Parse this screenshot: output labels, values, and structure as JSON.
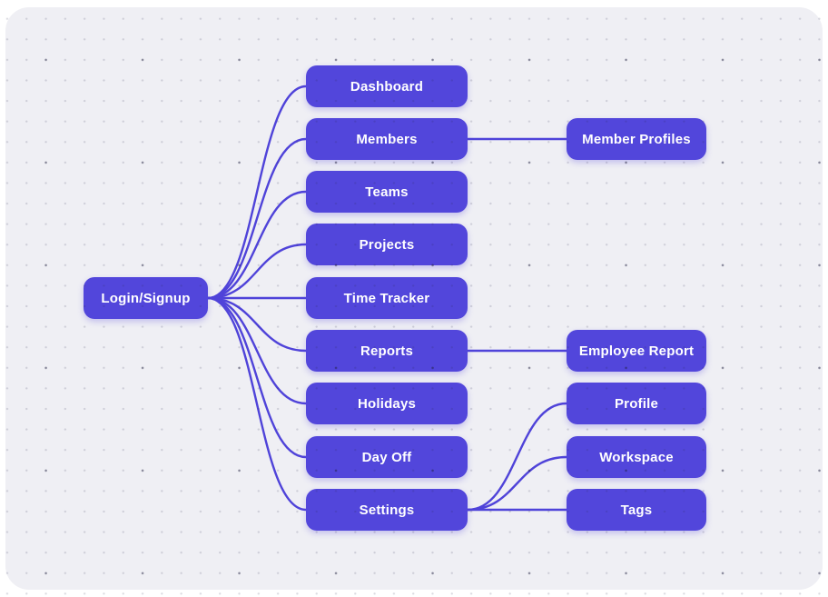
{
  "diagram": {
    "type": "flowchart-sitemap",
    "nodes": [
      {
        "id": "login",
        "label": "Login/Signup",
        "column": "root"
      },
      {
        "id": "dashboard",
        "label": "Dashboard",
        "column": "mid"
      },
      {
        "id": "members",
        "label": "Members",
        "column": "mid"
      },
      {
        "id": "teams",
        "label": "Teams",
        "column": "mid"
      },
      {
        "id": "projects",
        "label": "Projects",
        "column": "mid"
      },
      {
        "id": "time-tracker",
        "label": "Time Tracker",
        "column": "mid"
      },
      {
        "id": "reports",
        "label": "Reports",
        "column": "mid"
      },
      {
        "id": "holidays",
        "label": "Holidays",
        "column": "mid"
      },
      {
        "id": "day-off",
        "label": "Day Off",
        "column": "mid"
      },
      {
        "id": "settings",
        "label": "Settings",
        "column": "mid"
      },
      {
        "id": "member-profiles",
        "label": "Member Profiles",
        "column": "right"
      },
      {
        "id": "employee-report",
        "label": "Employee Report",
        "column": "right"
      },
      {
        "id": "profile",
        "label": "Profile",
        "column": "right"
      },
      {
        "id": "workspace",
        "label": "Workspace",
        "column": "right"
      },
      {
        "id": "tags",
        "label": "Tags",
        "column": "right"
      }
    ],
    "edges": [
      {
        "from": "login",
        "to": "dashboard"
      },
      {
        "from": "login",
        "to": "members"
      },
      {
        "from": "login",
        "to": "teams"
      },
      {
        "from": "login",
        "to": "projects"
      },
      {
        "from": "login",
        "to": "time-tracker"
      },
      {
        "from": "login",
        "to": "reports"
      },
      {
        "from": "login",
        "to": "holidays"
      },
      {
        "from": "login",
        "to": "day-off"
      },
      {
        "from": "login",
        "to": "settings"
      },
      {
        "from": "members",
        "to": "member-profiles"
      },
      {
        "from": "reports",
        "to": "employee-report"
      },
      {
        "from": "settings",
        "to": "profile"
      },
      {
        "from": "settings",
        "to": "workspace"
      },
      {
        "from": "settings",
        "to": "tags"
      }
    ],
    "colors": {
      "node_fill": "#5246DB",
      "edge": "#4F43D9",
      "node_text": "#FFFFFF",
      "canvas_bg": "#EFEFF4",
      "page_bg": "#FFFFFF"
    }
  }
}
